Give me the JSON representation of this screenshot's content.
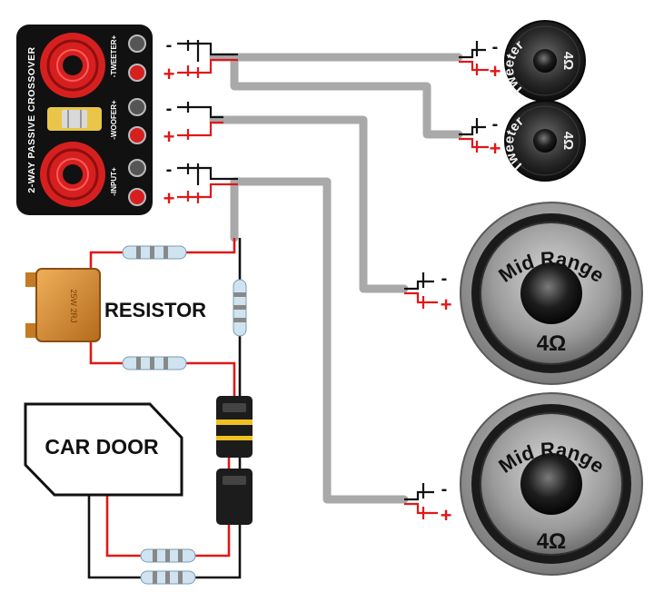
{
  "crossover": {
    "label": "2-WAY PASSIVE CROSSOVER",
    "tweeter_label": "-TWEETER+",
    "woofer_label": "-WOOFER+",
    "input_label": "-INPUT+"
  },
  "resistor": {
    "label": "RESISTOR",
    "rating": "25W 2RJ"
  },
  "car_door": {
    "label": "CAR DOOR"
  },
  "speakers": {
    "tweeter_1": {
      "name": "Tweeter",
      "impedance": "4Ω"
    },
    "tweeter_2": {
      "name": "Tweeter",
      "impedance": "4Ω"
    },
    "midrange_1": {
      "name": "Mid Range",
      "impedance": "4Ω"
    },
    "midrange_2": {
      "name": "Mid Range",
      "impedance": "4Ω"
    }
  },
  "polarity": {
    "negative": "-",
    "positive": "+"
  },
  "colors": {
    "positive_wire": "#e01818",
    "negative_wire": "#111111",
    "cable": "#a9a9a9",
    "crossover_body": "#111111",
    "coil": "#d62020",
    "resistor_body": "#d98a2b"
  }
}
